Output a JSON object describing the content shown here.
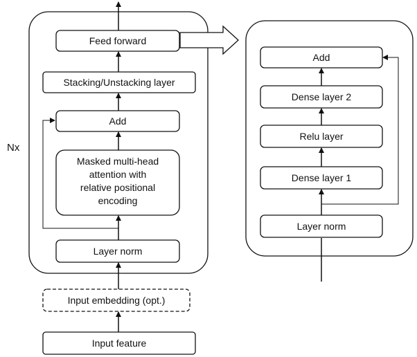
{
  "left_stack": {
    "repeat_label": "Nx",
    "feed_forward": "Feed forward",
    "stacking": "Stacking/Unstacking layer",
    "add": "Add",
    "attention": [
      "Masked multi-head",
      "attention with",
      "relative positional",
      "encoding"
    ],
    "layer_norm": "Layer norm",
    "input_embedding": "Input embedding (opt.)",
    "input_feature": "Input feature"
  },
  "right_stack": {
    "add": "Add",
    "dense2": "Dense layer 2",
    "relu": "Relu layer",
    "dense1": "Dense layer 1",
    "layer_norm": "Layer norm"
  },
  "colors": {
    "stroke": "#111111",
    "fill": "#ffffff"
  }
}
